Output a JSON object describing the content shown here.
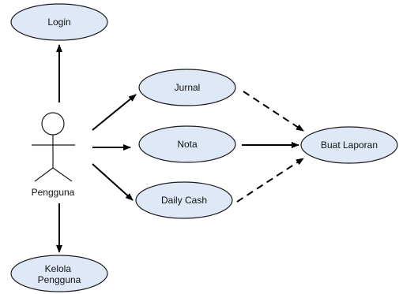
{
  "diagram": {
    "type": "use-case",
    "actor": {
      "name": "Pengguna"
    },
    "use_cases": {
      "login": "Login",
      "jurnal": "Jurnal",
      "nota": "Nota",
      "daily_cash": "Daily Cash",
      "buat_laporan": "Buat Laporan",
      "kelola_pengguna": [
        "Kelola",
        "Pengguna"
      ]
    },
    "relations": [
      {
        "from": "Pengguna",
        "to": "Login",
        "style": "solid"
      },
      {
        "from": "Pengguna",
        "to": "Jurnal",
        "style": "solid"
      },
      {
        "from": "Pengguna",
        "to": "Nota",
        "style": "solid"
      },
      {
        "from": "Pengguna",
        "to": "Daily Cash",
        "style": "solid"
      },
      {
        "from": "Pengguna",
        "to": "Kelola Pengguna",
        "style": "solid"
      },
      {
        "from": "Jurnal",
        "to": "Buat Laporan",
        "style": "dashed"
      },
      {
        "from": "Nota",
        "to": "Buat Laporan",
        "style": "solid"
      },
      {
        "from": "Daily Cash",
        "to": "Buat Laporan",
        "style": "dashed"
      }
    ]
  }
}
